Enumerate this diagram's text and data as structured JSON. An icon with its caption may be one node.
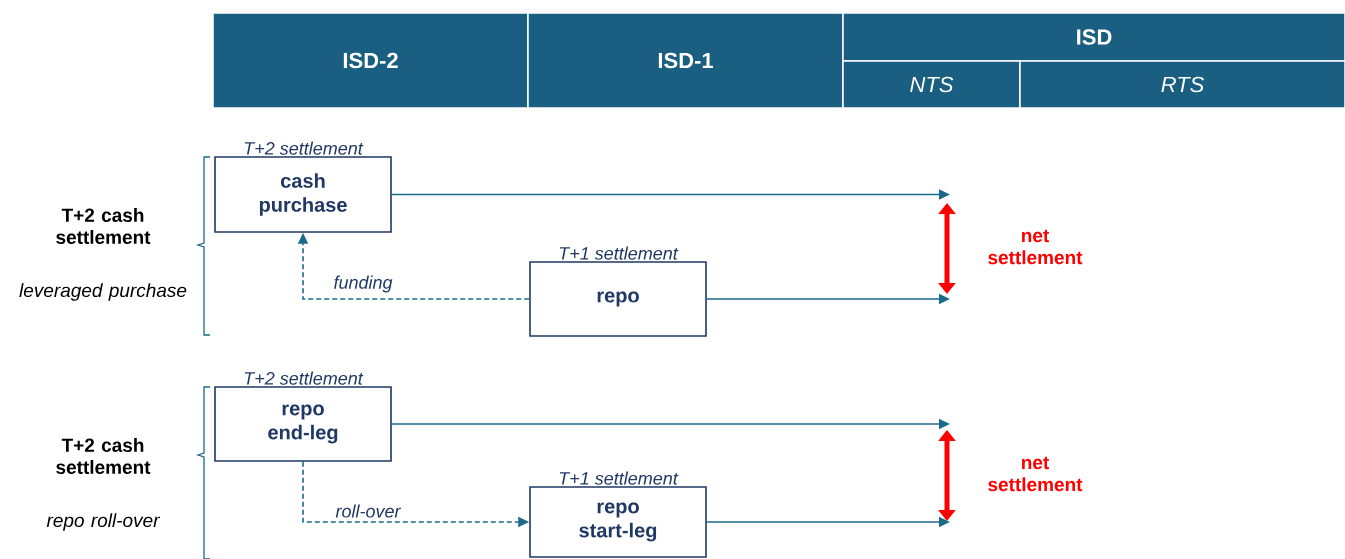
{
  "diagram": {
    "nodes": [
      {
        "text": [
          "ISD-2"
        ]
      },
      {
        "text": [
          "ISD-1"
        ]
      },
      {
        "text": [
          "ISD"
        ]
      },
      {
        "text": [
          "NTS"
        ]
      },
      {
        "text": [
          "RTS"
        ]
      },
      {
        "text": [
          "cash purchase"
        ],
        "beside": [
          "T+2 settlement"
        ]
      },
      {
        "text": [
          "repo"
        ],
        "beside": [
          "T+1 settlement"
        ]
      },
      {
        "text": [
          "repo end-leg"
        ],
        "beside": [
          "T+2 settlement"
        ]
      },
      {
        "text": [
          "repo start-leg"
        ],
        "beside": [
          "T+1 settlement"
        ]
      }
    ],
    "edges": [
      {
        "from": 5,
        "to": null,
        "arrow": "to"
      },
      {
        "from": 6,
        "to": null,
        "arrow": "to"
      },
      {
        "from": 6,
        "to": 5,
        "arrow": "to",
        "label": "funding",
        "style": "dashed"
      },
      {
        "from": 7,
        "to": null,
        "arrow": "to"
      },
      {
        "from": 8,
        "to": null,
        "arrow": "to"
      },
      {
        "from": 7,
        "to": 8,
        "arrow": "to",
        "label": "roll-over",
        "style": "dashed"
      }
    ],
    "labels": [
      "T+2 cash settlement",
      "leveraged purchase",
      "net settlement",
      "T+2 cash settlement",
      "repo roll-over",
      "net settlement"
    ]
  }
}
